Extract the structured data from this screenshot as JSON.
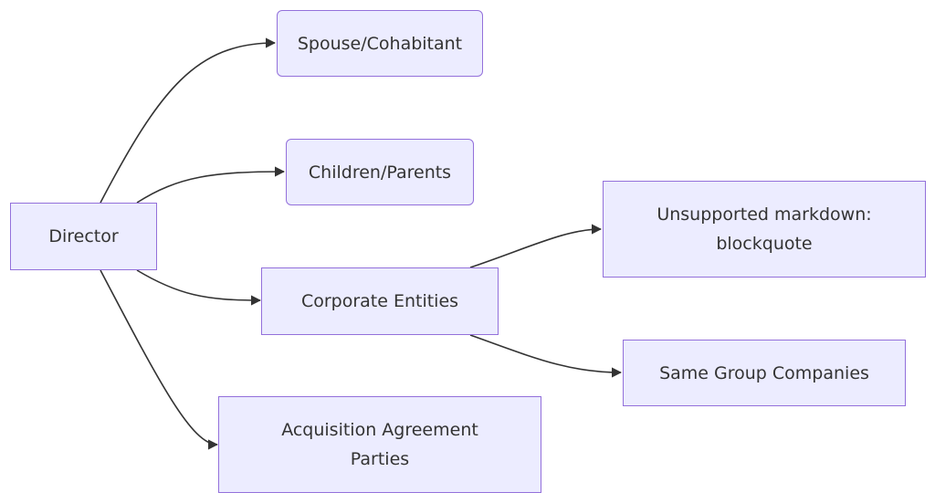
{
  "diagram": {
    "type": "flowchart",
    "colors": {
      "node_fill": "#ececff",
      "node_border": "#9370db",
      "edge": "#333333",
      "text": "#333333"
    },
    "nodes": {
      "director": {
        "label": "Director"
      },
      "spouse": {
        "label": "Spouse/Cohabitant"
      },
      "children": {
        "label": "Children/Parents"
      },
      "corporate": {
        "label": "Corporate Entities"
      },
      "acquisition": {
        "label_line1": "Acquisition Agreement",
        "label_line2": "Parties"
      },
      "unsupported": {
        "label_line1": "Unsupported markdown:",
        "label_line2": "blockquote"
      },
      "same_group": {
        "label": "Same Group Companies"
      }
    },
    "edges": [
      {
        "from": "Director",
        "to": "Spouse/Cohabitant"
      },
      {
        "from": "Director",
        "to": "Children/Parents"
      },
      {
        "from": "Director",
        "to": "Corporate Entities"
      },
      {
        "from": "Director",
        "to": "Acquisition Agreement Parties"
      },
      {
        "from": "Corporate Entities",
        "to": "Unsupported markdown: blockquote"
      },
      {
        "from": "Corporate Entities",
        "to": "Same Group Companies"
      }
    ]
  }
}
